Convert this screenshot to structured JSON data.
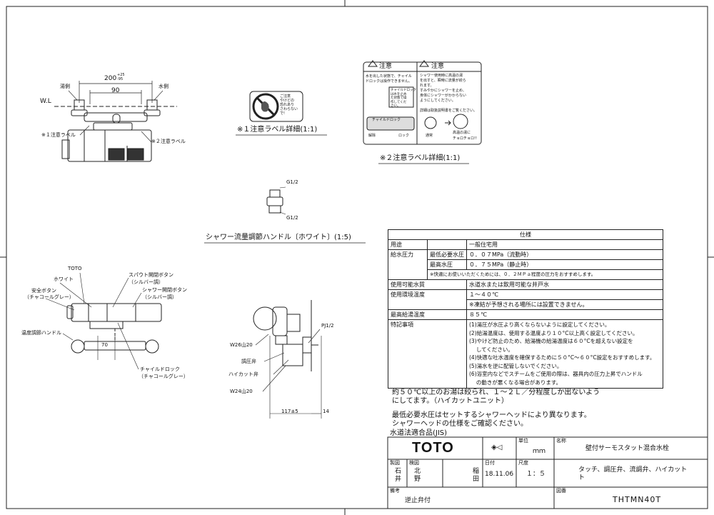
{
  "front_view": {
    "hot_side": "湯側",
    "cold_side": "水側",
    "dim_200": "200",
    "dim_200_tol_top": "+25",
    "dim_200_tol_bottom": "-95",
    "dim_90": "90",
    "wl": "W.L",
    "label1": "※１注意ラベル",
    "label2": "※２注意ラベル"
  },
  "label1_detail": {
    "caption": "※１注意ラベル詳細(1:1)",
    "text_lines": [
      "ご注意",
      "やけどの",
      "恐れあり",
      "さわらない",
      "で!"
    ]
  },
  "label2_detail": {
    "caption": "※２注意ラベル詳細(1:1)",
    "title_left": "注意",
    "title_right": "注意",
    "left_lines": [
      "水を出した状態で、チャイル",
      "ドロックは操作できません。"
    ],
    "left_box": [
      "チャイルドロック",
      "は水を止め",
      "た状態で操",
      "作してくだ",
      "さい。"
    ],
    "right_lines": [
      "シャワー使用時に高温の湯",
      "を出すと、瞬時に流量が絞ら",
      "れます。",
      "すみやかにシャワーを止め、",
      "身体にシャワーがかからない",
      "ようにしてください。"
    ],
    "right_note": "詳細は取扱説明書をご覧ください。",
    "child_lock": "チャイルドロック",
    "release": "解除",
    "lock": "ロック",
    "normal": "通常",
    "hot": "高温の湯に",
    "choro": "チョロチョロ!!"
  },
  "handle_detail": {
    "g_top": "G1/2",
    "g_bottom": "G1/2",
    "caption": "シャワー流量調節ハンドル〔ホワイト〕(1:5)"
  },
  "plan_view": {
    "toto": "TOTO",
    "white": "ホワイト",
    "safety_button": "安全ボタン",
    "charcoal1": "（チャコールグレー）",
    "temp_handle": "温度調節ハンドル",
    "spout_button": "スパウト開閉ボタン",
    "silver1": "（シルバー調）",
    "shower_button": "シャワー開閉ボタン",
    "silver2": "（シルバー調）",
    "dim_70": "70",
    "child_lock": "チャイルドロック",
    "charcoal2": "（チャコールグレー）"
  },
  "side_view": {
    "w26": "W26山20",
    "pressure": "調圧弁",
    "high_cut": "ハイカット弁",
    "w24": "W24山20",
    "pj": "PJ1/2",
    "dim_117": "117±5",
    "dim_14": "14"
  },
  "spec": {
    "header": "仕様",
    "rows": [
      {
        "k": "用途",
        "k2": "",
        "v": "一般住宅用"
      },
      {
        "k": "給水圧力",
        "k2": "最低必要水圧",
        "v": "０．０７MPa（流動時）"
      },
      {
        "k": "",
        "k2": "最高水圧",
        "v": "０．７５MPa（静止時）"
      },
      {
        "k": "",
        "k2": "",
        "v": "※快適にお使いいただくためには、０．２ＭＰａ程度の圧力をおすすめします。"
      },
      {
        "k": "使用可能水質",
        "k2": "",
        "v": "水道水または飲用可能な井戸水"
      },
      {
        "k": "使用環境温度",
        "k2": "",
        "v": "１～４０℃"
      },
      {
        "k": "",
        "k2": "",
        "v": "※凍結が予想される場所には設置できません。"
      },
      {
        "k": "最高給湯温度",
        "k2": "",
        "v": "８５℃"
      }
    ],
    "notes_key": "特記事項",
    "notes": [
      "(1)湯圧が水圧より高くならないように設定してください。",
      "(2)給湯温度は、使用する温度より１０°C以上高く設定してください。",
      "(3)やけど防止のため、給湯機の給湯温度は６０°Cを超えない設定を",
      "　 してください。",
      "(4)快適な吐水温度を確保するために５０°C～６０°C設定をおすすめします。",
      "(5)湯水を逆に配管しないでください。",
      "(6)浴室内などでスチームをご使用の際は、器具内の圧力上昇でハンドル",
      "　 の動きが悪くなる場合があります。"
    ]
  },
  "note_block": {
    "line1": "約５０℃以上のお湯は絞られ、１～２Ｌ／分程度しか出ないよう",
    "line2": "にしてます。（ハイカットユニット）",
    "line3": "最低必要水圧はセットするシャワーヘッドにより異なります。",
    "line4": "シャワーヘッドの仕様をご確認ください。"
  },
  "title_block": {
    "jis": "水道法適合品(JIS)",
    "logo": "TOTO",
    "unit_label": "単位",
    "unit": "ｍｍ",
    "name_label": "名称",
    "name": "壁付サーモスタット混合水栓",
    "made_label": "製図",
    "check_label": "検図",
    "made_name1": "石",
    "made_name2": "井",
    "check_name1": "北",
    "check_name2": "野",
    "check_name3": "稲",
    "check_name4": "田",
    "date_label": "日付",
    "date": "18.11.06",
    "scale_label": "尺度",
    "scale": "１：５",
    "desc": "タッチ、調圧弁、流調弁、ハイカット",
    "desc2": "ト",
    "remark_label": "備考",
    "remark": "逆止弁付",
    "drawing_no_label": "図番",
    "drawing_no": "THTMN40T"
  }
}
